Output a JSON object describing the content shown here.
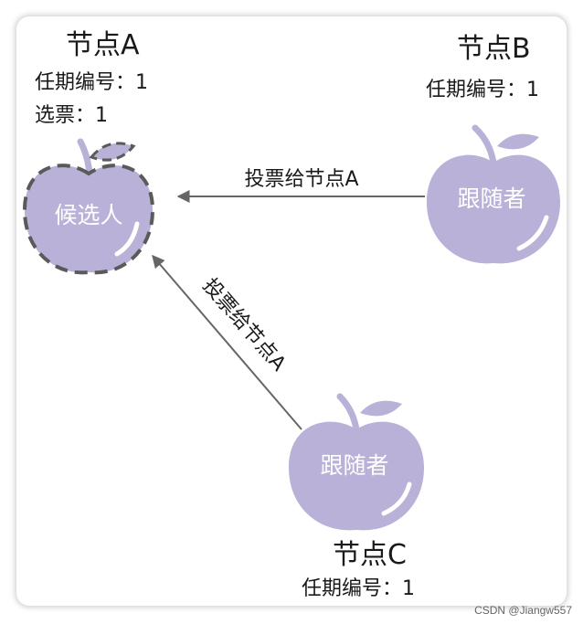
{
  "node_a": {
    "title": "节点A",
    "term": "任期编号：1",
    "votes": "选票：1",
    "role": "候选人"
  },
  "node_b": {
    "title": "节点B",
    "term": "任期编号：1",
    "role": "跟随者"
  },
  "node_c": {
    "title": "节点C",
    "term": "任期编号：1",
    "role": "跟随者"
  },
  "edges": {
    "b_to_a": "投票给节点A",
    "c_to_a": "投票给节点A"
  },
  "watermark": "CSDN @Jiangw557",
  "colors": {
    "apple_fill": "#b9b1d7",
    "candidate_dash": "#5a5a5a",
    "arrow": "#666666"
  }
}
